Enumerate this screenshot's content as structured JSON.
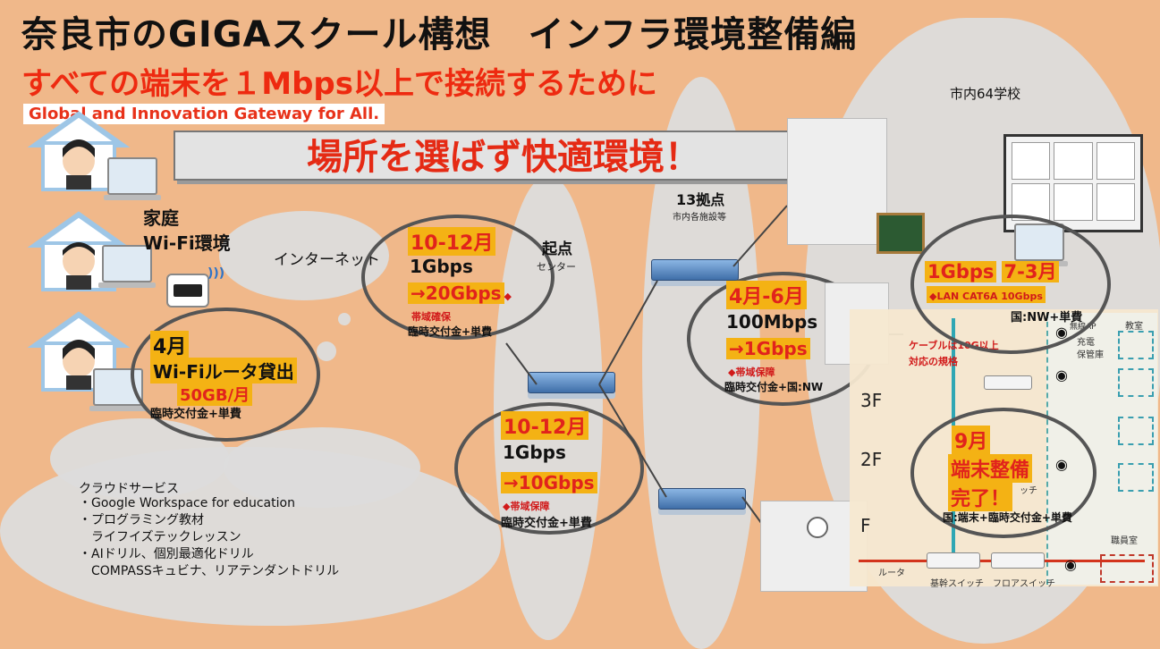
{
  "header": {
    "title": "奈良市のGIGAスクール構想　インフラ環境整備編",
    "subtitle": "すべての端末を１Mbps以上で接続するために",
    "giga_tagline": "Global and Innovation Gateway for All.",
    "banner": "場所を選ばず快適環境！"
  },
  "home": {
    "label_line1": "家庭",
    "label_line2": "Wi-Fi環境",
    "month": "4月",
    "service": "Wi-Fiルータ貸出",
    "capacity": "50GB/月",
    "funding": "臨時交付金+単費"
  },
  "internet": {
    "label": "インターネット",
    "month": "10-12月",
    "speed_from": "1Gbps",
    "speed_to": "→20Gbps",
    "speed_to_mark": "◆",
    "note": "帯域確保",
    "funding": "臨時交付金+単費"
  },
  "center": {
    "label": "起点",
    "sublabel": "センター",
    "month": "10-12月",
    "speed_from": "1Gbps",
    "speed_to": "→10Gbps",
    "note": "◆帯域保障",
    "funding": "臨時交付金+単費"
  },
  "sites": {
    "label": "13拠点",
    "sublabel": "市内各施設等",
    "month": "4月-6月",
    "speed_from": "100Mbps",
    "speed_to": "→1Gbps",
    "note": "◆帯域保障",
    "funding": "臨時交付金+国:NW"
  },
  "schools": {
    "label": "市内64学校",
    "lan_speed": "1Gbps",
    "lan_month": "7-3月",
    "lan_note": "◆LAN CAT6A 10Gbps",
    "lan_funding": "国:NW+単費",
    "cable_note_line1": "ケーブルは10G以上",
    "cable_note_line2": "対応の規格",
    "device_month": "9月",
    "device_line1": "端末整備",
    "device_line2": "完了！",
    "device_funding": "国:端末+臨時交付金+単費",
    "floors": [
      "3F",
      "2F",
      "F"
    ],
    "room_labels": [
      "教室",
      "充電",
      "保管庫",
      "職員室",
      "無線AP"
    ],
    "equipment_labels": [
      "ルータ",
      "基幹スイッチ",
      "フロアスイッチ",
      "ッチ"
    ]
  },
  "cloud": {
    "heading": "クラウドサービス",
    "items": [
      "・Google Workspace  for education",
      "・プログラミング教材",
      "　ライフイズテックレッスン",
      "・AIドリル、個別最適化ドリル",
      "　COMPASSキュビナ、リアテンダントドリル"
    ]
  },
  "colors": {
    "background": "#f0b88a",
    "accent_red": "#ee2a10",
    "highlight_yellow": "#f4b214",
    "ellipse_gray": "#dcdcdc"
  }
}
